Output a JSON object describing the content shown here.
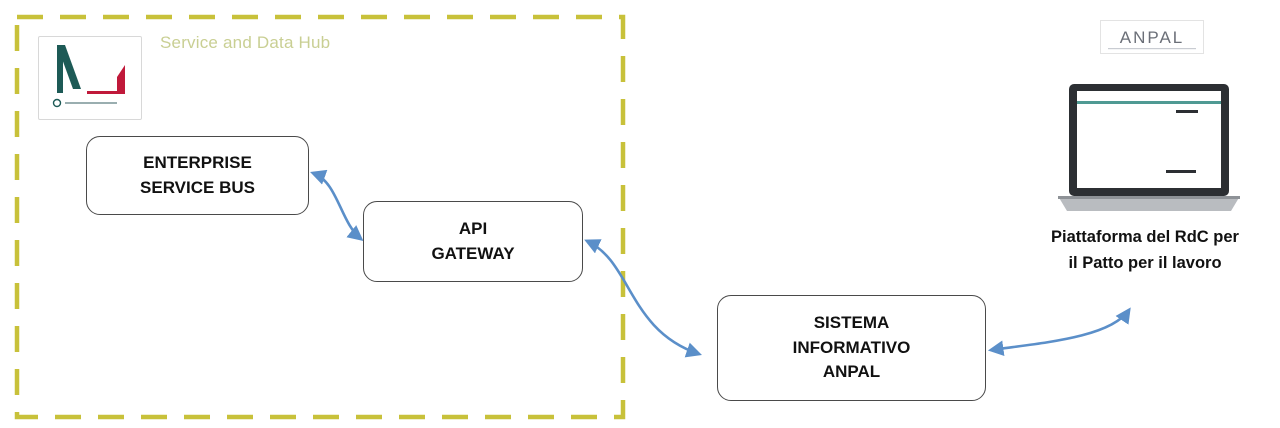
{
  "hub": {
    "label": "Service and Data Hub"
  },
  "nodes": {
    "esb": "ENTERPRISE\nSERVICE BUS",
    "api_gateway": "API\nGATEWAY",
    "sistema": "SISTEMA\nINFORMATIVO\nANPAL"
  },
  "platform": {
    "caption": "Piattaforma del RdC per\nil Patto per il lavoro"
  },
  "logos": {
    "left_logo": "ministry-logo",
    "anpal_text": "ANPAL"
  },
  "colors": {
    "boundary": "#c8c13a",
    "connector": "#5b8fc9",
    "box_border": "#4a4a4a"
  }
}
